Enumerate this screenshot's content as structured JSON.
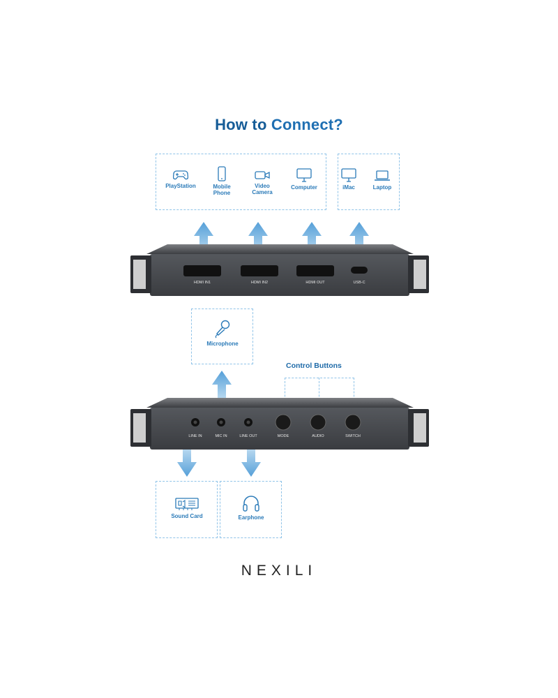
{
  "header": {
    "title_part1": "How to",
    "title_part2": "Connect?"
  },
  "top_sources": [
    {
      "label": "PlayStation",
      "icon": "gamepad-icon"
    },
    {
      "label": "Mobile Phone",
      "icon": "mobile-phone-icon"
    },
    {
      "label": "Video Camera",
      "icon": "video-camera-icon"
    },
    {
      "label": "Computer",
      "icon": "computer-monitor-icon"
    }
  ],
  "top_usbc_targets": [
    {
      "label": "iMac",
      "icon": "imac-icon"
    },
    {
      "label": "Laptop",
      "icon": "laptop-icon"
    }
  ],
  "front_ports": [
    "HDMI IN1",
    "HDMI IN2",
    "HDMI OUT",
    "USB-C"
  ],
  "microphone": {
    "label": "Microphone",
    "icon": "microphone-icon"
  },
  "control_buttons_title": "Control Buttons",
  "rear_ports": [
    "LINE IN",
    "MIC IN",
    "LINE OUT",
    "MODE",
    "AUDIO",
    "SWITCH"
  ],
  "bottom_outputs": [
    {
      "label": "Sound Card",
      "icon": "sound-card-icon"
    },
    {
      "label": "Earphone",
      "icon": "headphones-icon"
    }
  ],
  "brand": "NEXILI",
  "colors": {
    "accent": "#1f6fb2",
    "dashed_border": "#8fc3e8",
    "device_body": "#4a4d52",
    "arrow": "#5aa6dc"
  }
}
